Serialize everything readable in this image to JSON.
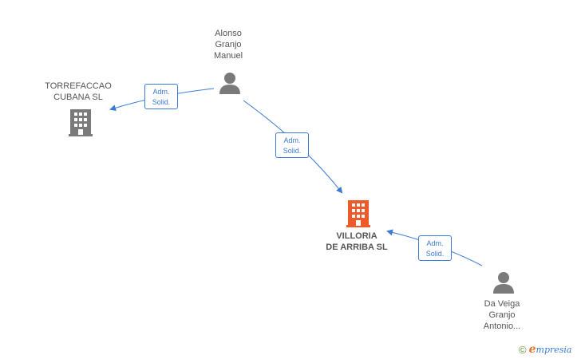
{
  "nodes": {
    "person_top": {
      "lines": [
        "Alonso",
        "Granjo",
        "Manuel"
      ],
      "icon": "person-icon"
    },
    "company_left": {
      "lines": [
        "TORREFACCAO",
        "CUBANA SL"
      ],
      "icon": "building-icon"
    },
    "company_main": {
      "lines": [
        "VILLORIA",
        "DE ARRIBA SL"
      ],
      "icon": "building-icon"
    },
    "person_bottom": {
      "lines": [
        "Da Veiga",
        "Granjo",
        "Antonio..."
      ],
      "icon": "person-icon"
    }
  },
  "edges": [
    {
      "from": "person_top",
      "to": "company_left",
      "label": [
        "Adm.",
        "Solid."
      ]
    },
    {
      "from": "person_top",
      "to": "company_main",
      "label": [
        "Adm.",
        "Solid."
      ]
    },
    {
      "from": "person_bottom",
      "to": "company_main",
      "label": [
        "Adm.",
        "Solid."
      ]
    }
  ],
  "footer": {
    "copyright": "©",
    "brand_initial": "e",
    "brand_rest": "mpresia"
  },
  "colors": {
    "edge": "#3a7bd5",
    "person": "#7a7a7a",
    "company": "#7a7a7a",
    "company_main": "#f05a28",
    "label": "#555555"
  }
}
